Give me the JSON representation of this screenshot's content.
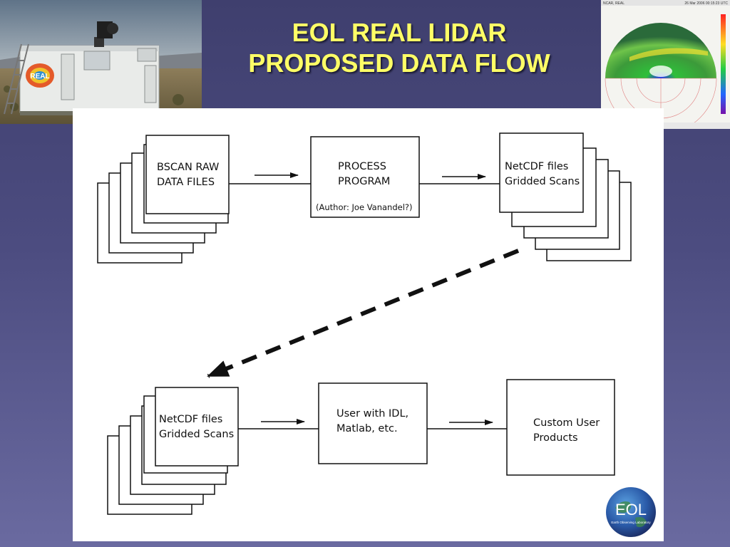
{
  "title": {
    "line1": "EOL REAL LIDAR",
    "line2": "PROPOSED DATA FLOW"
  },
  "images": {
    "photo_icon": "lidar-trailer-photo",
    "photo_badge_text": "REAL",
    "scan_header_left": "NCAR, REAL",
    "scan_header_right": "26 Mar 2006  00:15:23 UTC",
    "scan_icon": "lidar-scan-image",
    "logo_icon": "eol-logo",
    "logo_text": "EOL",
    "logo_subtext": "Earth Observing Laboratory"
  },
  "diagram": {
    "bscan_raw": {
      "line1": "BSCAN RAW",
      "line2": "DATA FILES"
    },
    "process": {
      "line1": "PROCESS",
      "line2": "PROGRAM",
      "author": "(Author: Joe Vanandel?)"
    },
    "netcdf_top": {
      "line1": "NetCDF files",
      "line2": "Gridded Scans"
    },
    "netcdf_bottom": {
      "line1": "NetCDF files",
      "line2": "Gridded Scans"
    },
    "user_idl": {
      "line1": "User with IDL,",
      "line2": "Matlab, etc."
    },
    "custom_products": {
      "line1": "Custom User",
      "line2": "Products"
    }
  },
  "colors": {
    "background": "#4c4c80",
    "title": "#ffff66",
    "panel": "#ffffff",
    "lines": "#111111"
  }
}
